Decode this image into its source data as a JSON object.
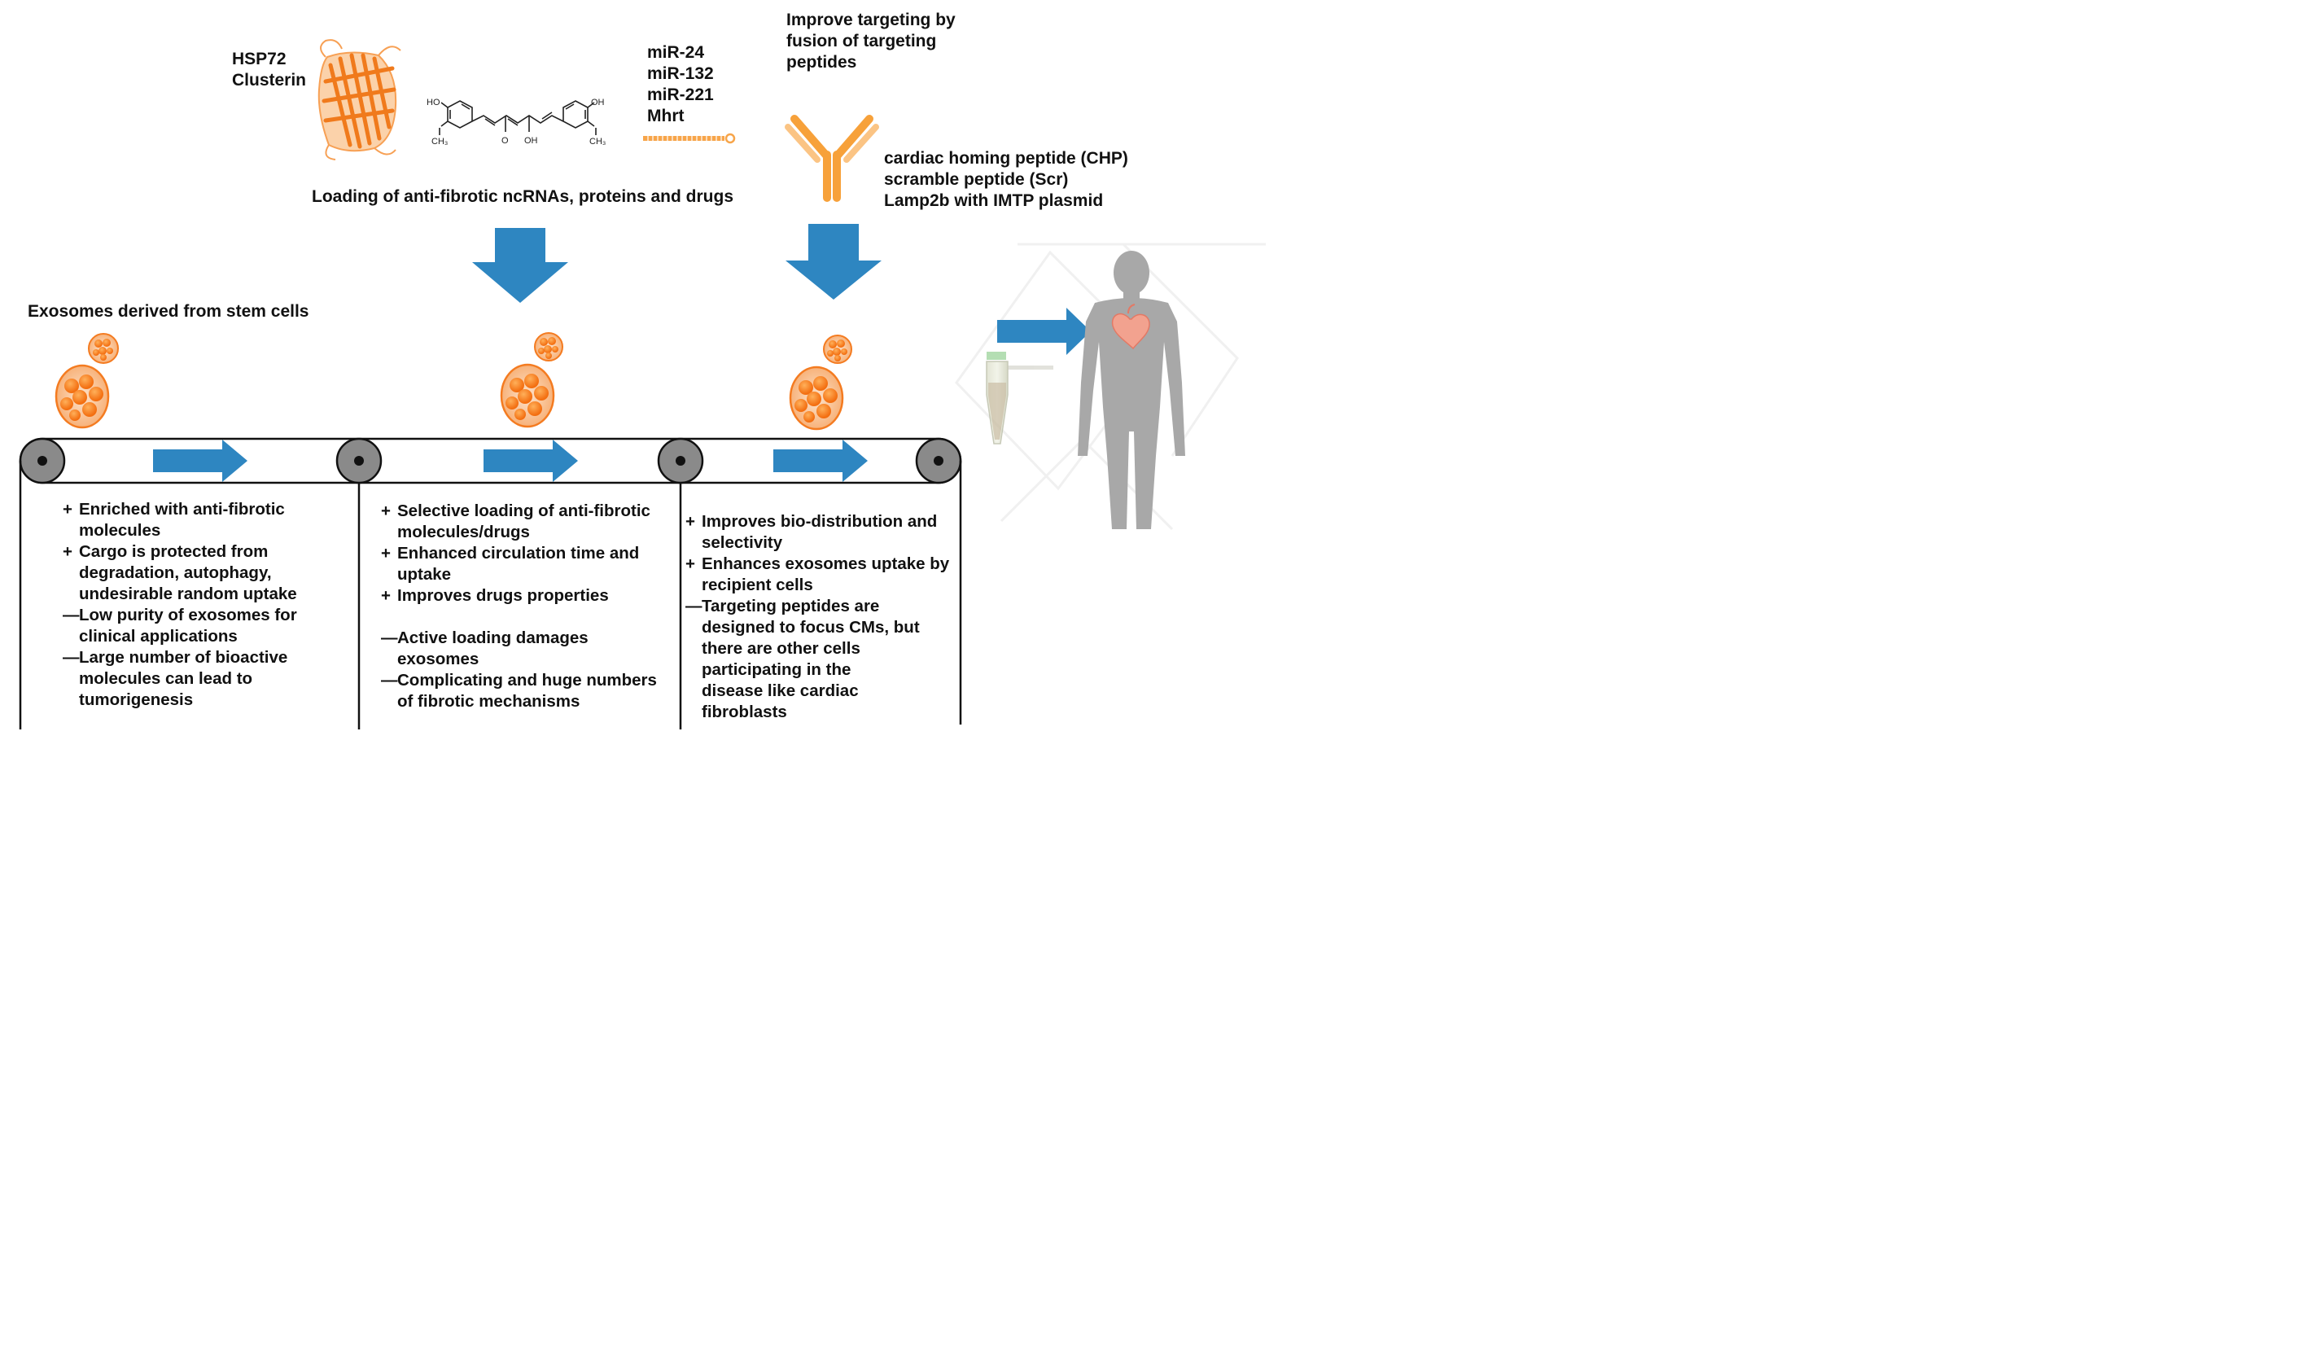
{
  "labels": {
    "proteins": [
      "HSP72",
      "Clusterin"
    ],
    "mirnas": [
      "miR-24",
      "miR-132",
      "miR-221",
      "Mhrt"
    ],
    "targeting_title": [
      "Improve targeting by",
      "fusion of targeting",
      "peptides"
    ],
    "peptides": [
      "cardiac homing peptide (CHP)",
      "scramble peptide (Scr)",
      "Lamp2b with IMTP plasmid"
    ],
    "loading": "Loading of anti-fibrotic ncRNAs, proteins and drugs",
    "stem_cells": "Exosomes derived from stem cells"
  },
  "molecule_labels": {
    "ho_left": "HO",
    "oh_right": "OH",
    "ch3_left": "CH₃",
    "ch3_right": "CH₃",
    "keto_o": "O",
    "enol_oh": "OH"
  },
  "columns": [
    {
      "items": [
        {
          "mark": "+",
          "lines": [
            "Enriched with anti-fibrotic",
            "molecules"
          ]
        },
        {
          "mark": "+",
          "lines": [
            "Cargo is protected from",
            "degradation, autophagy,",
            "undesirable random uptake"
          ]
        },
        {
          "mark": "—",
          "lines": [
            "Low purity of exosomes for",
            "clinical applications"
          ]
        },
        {
          "mark": "—",
          "lines": [
            "Large number of bioactive",
            "molecules can lead to",
            "tumorigenesis"
          ]
        }
      ]
    },
    {
      "items": [
        {
          "mark": "+",
          "lines": [
            "Selective loading of anti-fibrotic",
            "molecules/drugs"
          ]
        },
        {
          "mark": "+",
          "lines": [
            "Enhanced circulation time and",
            "uptake"
          ]
        },
        {
          "mark": "+",
          "lines": [
            "Improves drugs properties"
          ]
        },
        {
          "gap": true
        },
        {
          "mark": "—",
          "lines": [
            "Active loading damages",
            "exosomes"
          ]
        },
        {
          "mark": "—",
          "lines": [
            "Complicating and huge numbers",
            "of fibrotic mechanisms"
          ]
        }
      ]
    },
    {
      "items": [
        {
          "mark": "+",
          "lines": [
            "Improves bio-distribution and",
            "selectivity"
          ]
        },
        {
          "mark": "+",
          "lines": [
            "Enhances exosomes uptake by",
            "recipient cells"
          ]
        },
        {
          "mark": "—",
          "lines": [
            "Targeting peptides are",
            "designed to focus CMs, but",
            "there are other cells",
            "participating in the",
            "disease like cardiac",
            "fibroblasts"
          ]
        }
      ]
    }
  ],
  "colors": {
    "arrow_blue": "#2e86c1",
    "exosome_orange": "#f5841f",
    "exosome_light": "#fbc79a",
    "antibody_orange": "#f7a13a",
    "roller_gray": "#8a8a8a",
    "silhouette_gray": "#a8a8a8",
    "heart_pink": "#f2a28f"
  },
  "icons": {
    "protein": "beta-barrel-protein-icon",
    "drug": "curcumin-molecule-icon",
    "rna": "microrna-strand-icon",
    "antibody": "antibody-icon",
    "exosome": "exosome-vesicle-icon",
    "tube": "microcentrifuge-tube-icon",
    "patient": "human-silhouette-icon",
    "heart": "heart-icon"
  }
}
